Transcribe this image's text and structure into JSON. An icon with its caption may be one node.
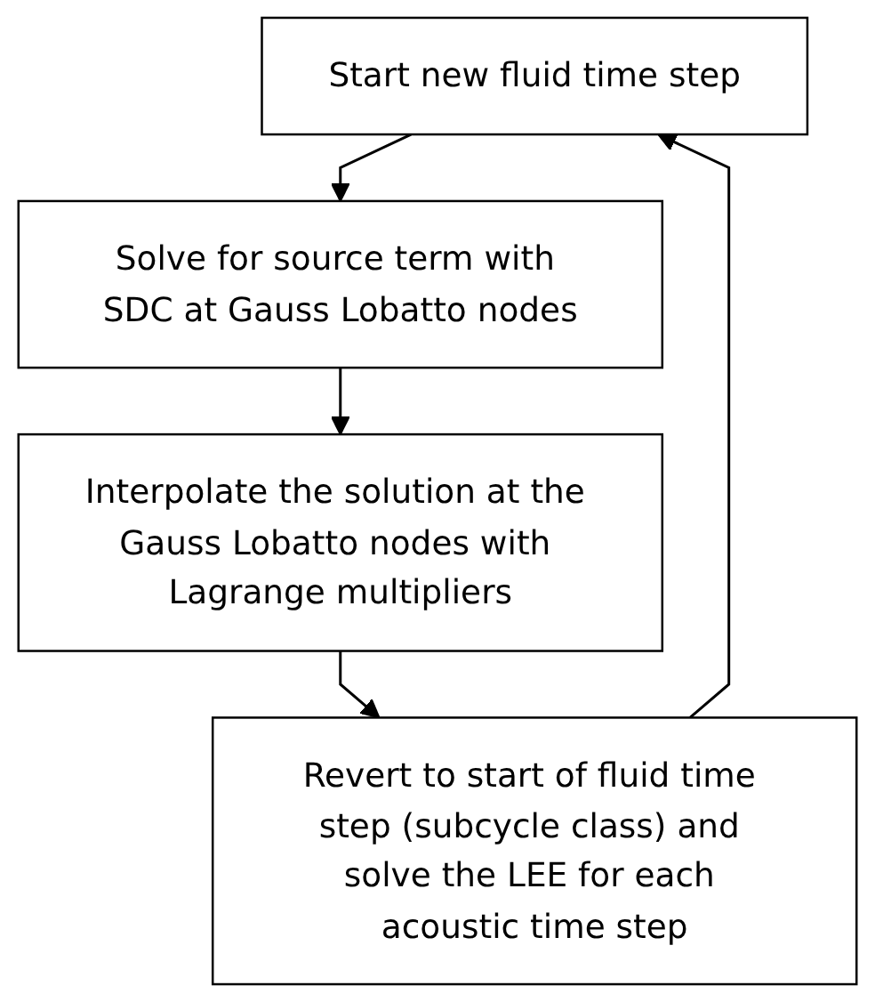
{
  "diagram": {
    "nodes": [
      {
        "text": [
          "Start new fluid time step"
        ]
      },
      {
        "text": [
          "Solve for source term with SDC at Gauss Lobatto nodes"
        ]
      },
      {
        "text": [
          "Interpolate the solution at the Gauss Lobatto nodes with Lagrange multipliers"
        ]
      },
      {
        "text": [
          "Revert to start of fluid time step (subcycle class) and solve the LEE for each acoustic time step"
        ]
      }
    ],
    "edges": [
      {
        "from": 0,
        "to": 1,
        "arrow": "to"
      },
      {
        "from": 1,
        "to": 2,
        "arrow": "to"
      },
      {
        "from": 2,
        "to": 3,
        "arrow": "to"
      },
      {
        "from": 3,
        "to": 0,
        "arrow": "to"
      }
    ]
  }
}
